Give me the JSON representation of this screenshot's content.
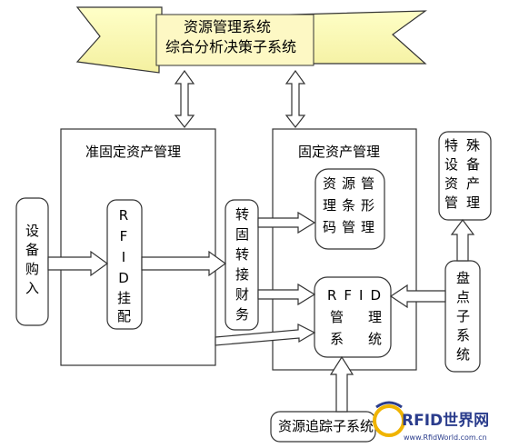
{
  "banner": {
    "line1": "资源管理系统",
    "line2": "综合分析决策子系统"
  },
  "panels": {
    "quasi_fixed": "准固定资产管理",
    "fixed": "固定资产管理"
  },
  "boxes": {
    "purchase": "设备购入",
    "rfid_tag": "RFID挂配",
    "transfer": "转固转接财务",
    "barcode_line1": "资源管",
    "barcode_line2": "理条形",
    "barcode_line3": "码管理",
    "rfid_mgmt_line1": "RFID",
    "rfid_mgmt_line2": "管　理",
    "rfid_mgmt_line3": "系　统",
    "special_col1": "特设资管",
    "special_col2": "殊备产理",
    "inventory": "盘点子系统",
    "tracking": "资源追踪子系统"
  },
  "watermark": {
    "logo": "RFID世界网",
    "url": "www.RfidWorld.com.cn"
  }
}
